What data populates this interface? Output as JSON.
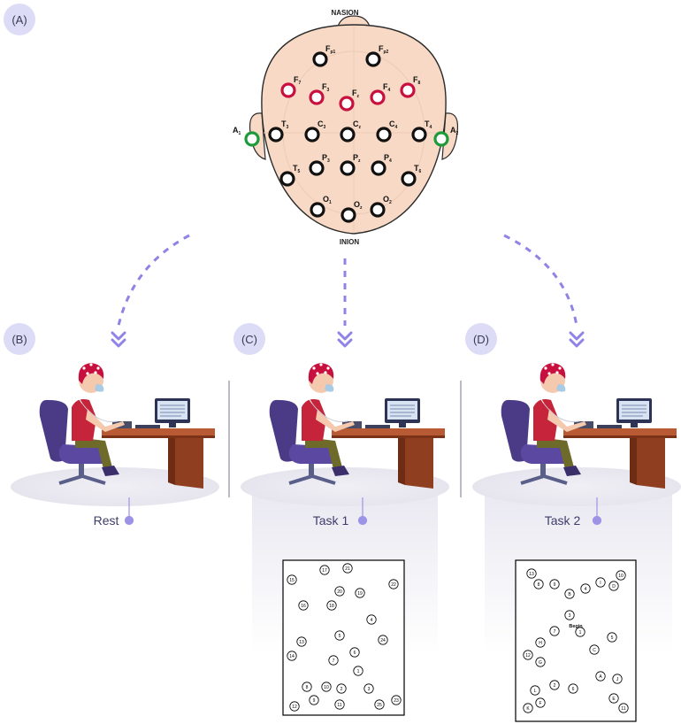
{
  "panels": {
    "a": "(A)",
    "b": "(B)",
    "c": "(C)",
    "d": "(D)"
  },
  "head": {
    "top_label": "NASION",
    "bottom_label": "INION",
    "electrodes": [
      {
        "id": "Fp1",
        "main": "F",
        "sub": "p1",
        "type": "black"
      },
      {
        "id": "Fp2",
        "main": "F",
        "sub": "p2",
        "type": "black"
      },
      {
        "id": "F7",
        "main": "F",
        "sub": "7",
        "type": "red"
      },
      {
        "id": "F3",
        "main": "F",
        "sub": "3",
        "type": "red"
      },
      {
        "id": "Fz",
        "main": "F",
        "sub": "z",
        "type": "red"
      },
      {
        "id": "F4",
        "main": "F",
        "sub": "4",
        "type": "red"
      },
      {
        "id": "F8",
        "main": "F",
        "sub": "8",
        "type": "red"
      },
      {
        "id": "A1",
        "main": "A",
        "sub": "1",
        "type": "green"
      },
      {
        "id": "T3",
        "main": "T",
        "sub": "3",
        "type": "black"
      },
      {
        "id": "C3",
        "main": "C",
        "sub": "3",
        "type": "black"
      },
      {
        "id": "Cz",
        "main": "C",
        "sub": "z",
        "type": "black"
      },
      {
        "id": "C4",
        "main": "C",
        "sub": "4",
        "type": "black"
      },
      {
        "id": "T4",
        "main": "T",
        "sub": "4",
        "type": "black"
      },
      {
        "id": "A2",
        "main": "A",
        "sub": "2",
        "type": "green"
      },
      {
        "id": "T5",
        "main": "T",
        "sub": "5",
        "type": "black"
      },
      {
        "id": "P3",
        "main": "P",
        "sub": "3",
        "type": "black"
      },
      {
        "id": "Pz",
        "main": "P",
        "sub": "z",
        "type": "black"
      },
      {
        "id": "P4",
        "main": "P",
        "sub": "4",
        "type": "black"
      },
      {
        "id": "T6",
        "main": "T",
        "sub": "6",
        "type": "black"
      },
      {
        "id": "O1",
        "main": "O",
        "sub": "1",
        "type": "black"
      },
      {
        "id": "Oz",
        "main": "O",
        "sub": "z",
        "type": "black"
      },
      {
        "id": "O2",
        "main": "O",
        "sub": "2",
        "type": "black"
      }
    ]
  },
  "conditions": {
    "rest": "Rest",
    "task1": "Task 1",
    "task2": "Task 2"
  },
  "task1_sheet": {
    "circles": [
      "15",
      "17",
      "21",
      "22",
      "20",
      "19",
      "16",
      "18",
      "4",
      "5",
      "24",
      "13",
      "14",
      "7",
      "6",
      "1",
      "8",
      "10",
      "2",
      "3",
      "9",
      "12",
      "11",
      "25",
      "23"
    ]
  },
  "task2_sheet": {
    "begin_label": "Begin",
    "circles": [
      "13",
      "8",
      "9",
      "B",
      "4",
      "I",
      "D",
      "10",
      "3",
      "1",
      "7",
      "H",
      "5",
      "12",
      "C",
      "G",
      "A",
      "J",
      "2",
      "L",
      "6",
      "E",
      "K",
      "F",
      "11"
    ]
  },
  "colors": {
    "arrow": "#8f84e6",
    "electrode_red": "#c8103e",
    "electrode_green": "#1f9a3a",
    "skin": "#f8d9c5",
    "chair": "#4b3a86",
    "desk": "#a24b2a"
  }
}
